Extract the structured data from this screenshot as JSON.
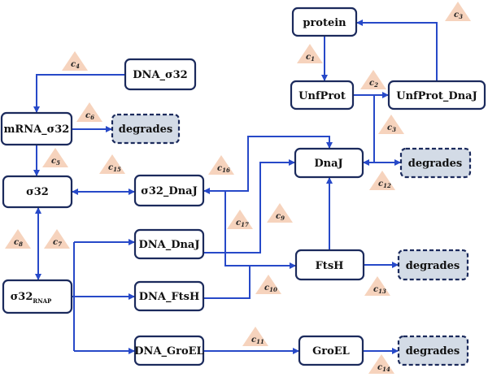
{
  "colors": {
    "edge": "#2749c8",
    "node_border": "#1b2a5c",
    "sink_fill": "#d3dbe6",
    "rate_triangle": "#f6d3bd"
  },
  "nodes": {
    "protein": "protein",
    "unfprot": "UnfProt",
    "unfprot_dnaj": "UnfProt_DnaJ",
    "dna_sigma32": "DNA_σ32",
    "mrna_sigma32": "mRNA_σ32",
    "sigma32": "σ32",
    "sigma32_dnaj": "σ32_DnaJ",
    "sigma32_rnap": "σ32",
    "sigma32_rnap_sub": "RNAP",
    "dnaj": "DnaJ",
    "ftsh": "FtsH",
    "groel": "GroEL",
    "dna_dnaj": "DNA_DnaJ",
    "dna_ftsh": "DNA_FtsH",
    "dna_groel": "DNA_GroEL",
    "degrades": "degrades"
  },
  "rates": [
    {
      "c": "c",
      "n": "1"
    },
    {
      "c": "c",
      "n": "2"
    },
    {
      "c": "c",
      "n": "3"
    },
    {
      "c": "c",
      "n": "3"
    },
    {
      "c": "c",
      "n": "4"
    },
    {
      "c": "c",
      "n": "5"
    },
    {
      "c": "c",
      "n": "6"
    },
    {
      "c": "c",
      "n": "7"
    },
    {
      "c": "c",
      "n": "8"
    },
    {
      "c": "c",
      "n": "9"
    },
    {
      "c": "c",
      "n": "10"
    },
    {
      "c": "c",
      "n": "11"
    },
    {
      "c": "c",
      "n": "12"
    },
    {
      "c": "c",
      "n": "13"
    },
    {
      "c": "c",
      "n": "14"
    },
    {
      "c": "c",
      "n": "15"
    },
    {
      "c": "c",
      "n": "16"
    },
    {
      "c": "c",
      "n": "17"
    }
  ]
}
